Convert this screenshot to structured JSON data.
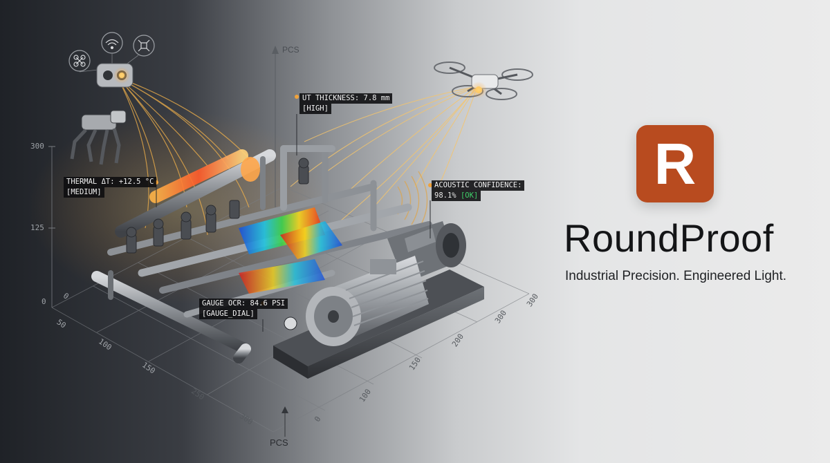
{
  "brand": {
    "logo_letter": "R",
    "name": "RoundProof",
    "tagline": "Industrial Precision. Engineered Light.",
    "accent_color": "#b84b1f"
  },
  "axes": {
    "vertical_label": "PCS",
    "bottom_label": "PCS",
    "y_ticks": [
      "300",
      "125",
      "0"
    ],
    "left_ticks": [
      "0",
      "50",
      "100",
      "150",
      "250",
      "300"
    ],
    "right_ticks": [
      "0",
      "100",
      "150",
      "200",
      "300",
      "300"
    ]
  },
  "callouts": {
    "ut": {
      "label": "UT THICKNESS: 7.8 mm",
      "tag": "[HIGH]"
    },
    "thermal": {
      "label": "THERMAL ΔT: +12.5 °C",
      "tag": "[MEDIUM]"
    },
    "acoustic": {
      "label": "ACOUSTIC CONFIDENCE:",
      "value": "98.1%",
      "tag": "[OK]"
    },
    "gauge": {
      "label": "GAUGE OCR: 84.6 PSI",
      "tag": "[GAUGE_DIAL]"
    }
  },
  "icons": {
    "badges": [
      "drone-icon",
      "wifi-icon",
      "propeller-icon"
    ],
    "devices": [
      "sensor-camera-icon",
      "robot-dog-icon",
      "quadcopter-drone-icon"
    ]
  },
  "colors": {
    "light_beam": "#f3b24a",
    "tag_warning": "#f0a23a",
    "tag_ok": "#3fd069"
  }
}
